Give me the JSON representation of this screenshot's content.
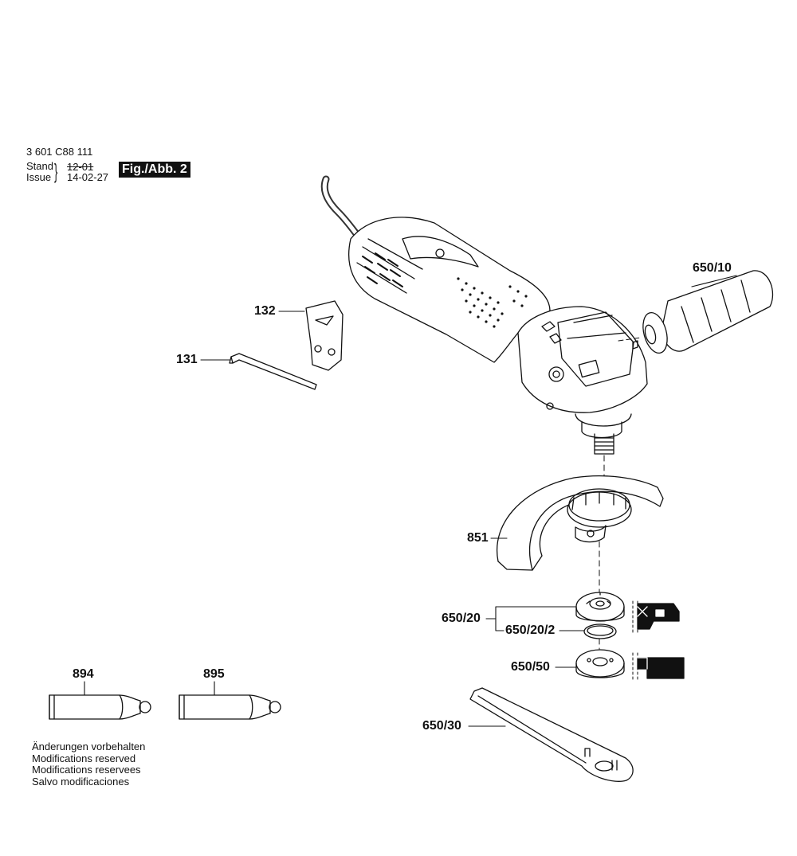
{
  "header": {
    "doc_number": "3 601 C88 111",
    "stand_label": "Stand",
    "issue_label": "Issue",
    "old_date": "12-01",
    "issue_date": "14-02-27",
    "figure": "Fig./Abb. 2"
  },
  "parts": {
    "p650_10": "650/10",
    "p132": "132",
    "p131": "131",
    "p851": "851",
    "p650_20": "650/20",
    "p650_20_2": "650/20/2",
    "p650_50": "650/50",
    "p650_30": "650/30",
    "p894": "894",
    "p895": "895"
  },
  "notes": [
    "Änderungen vorbehalten",
    "Modifications reserved",
    "Modifications reservees",
    "Salvo modificaciones"
  ]
}
